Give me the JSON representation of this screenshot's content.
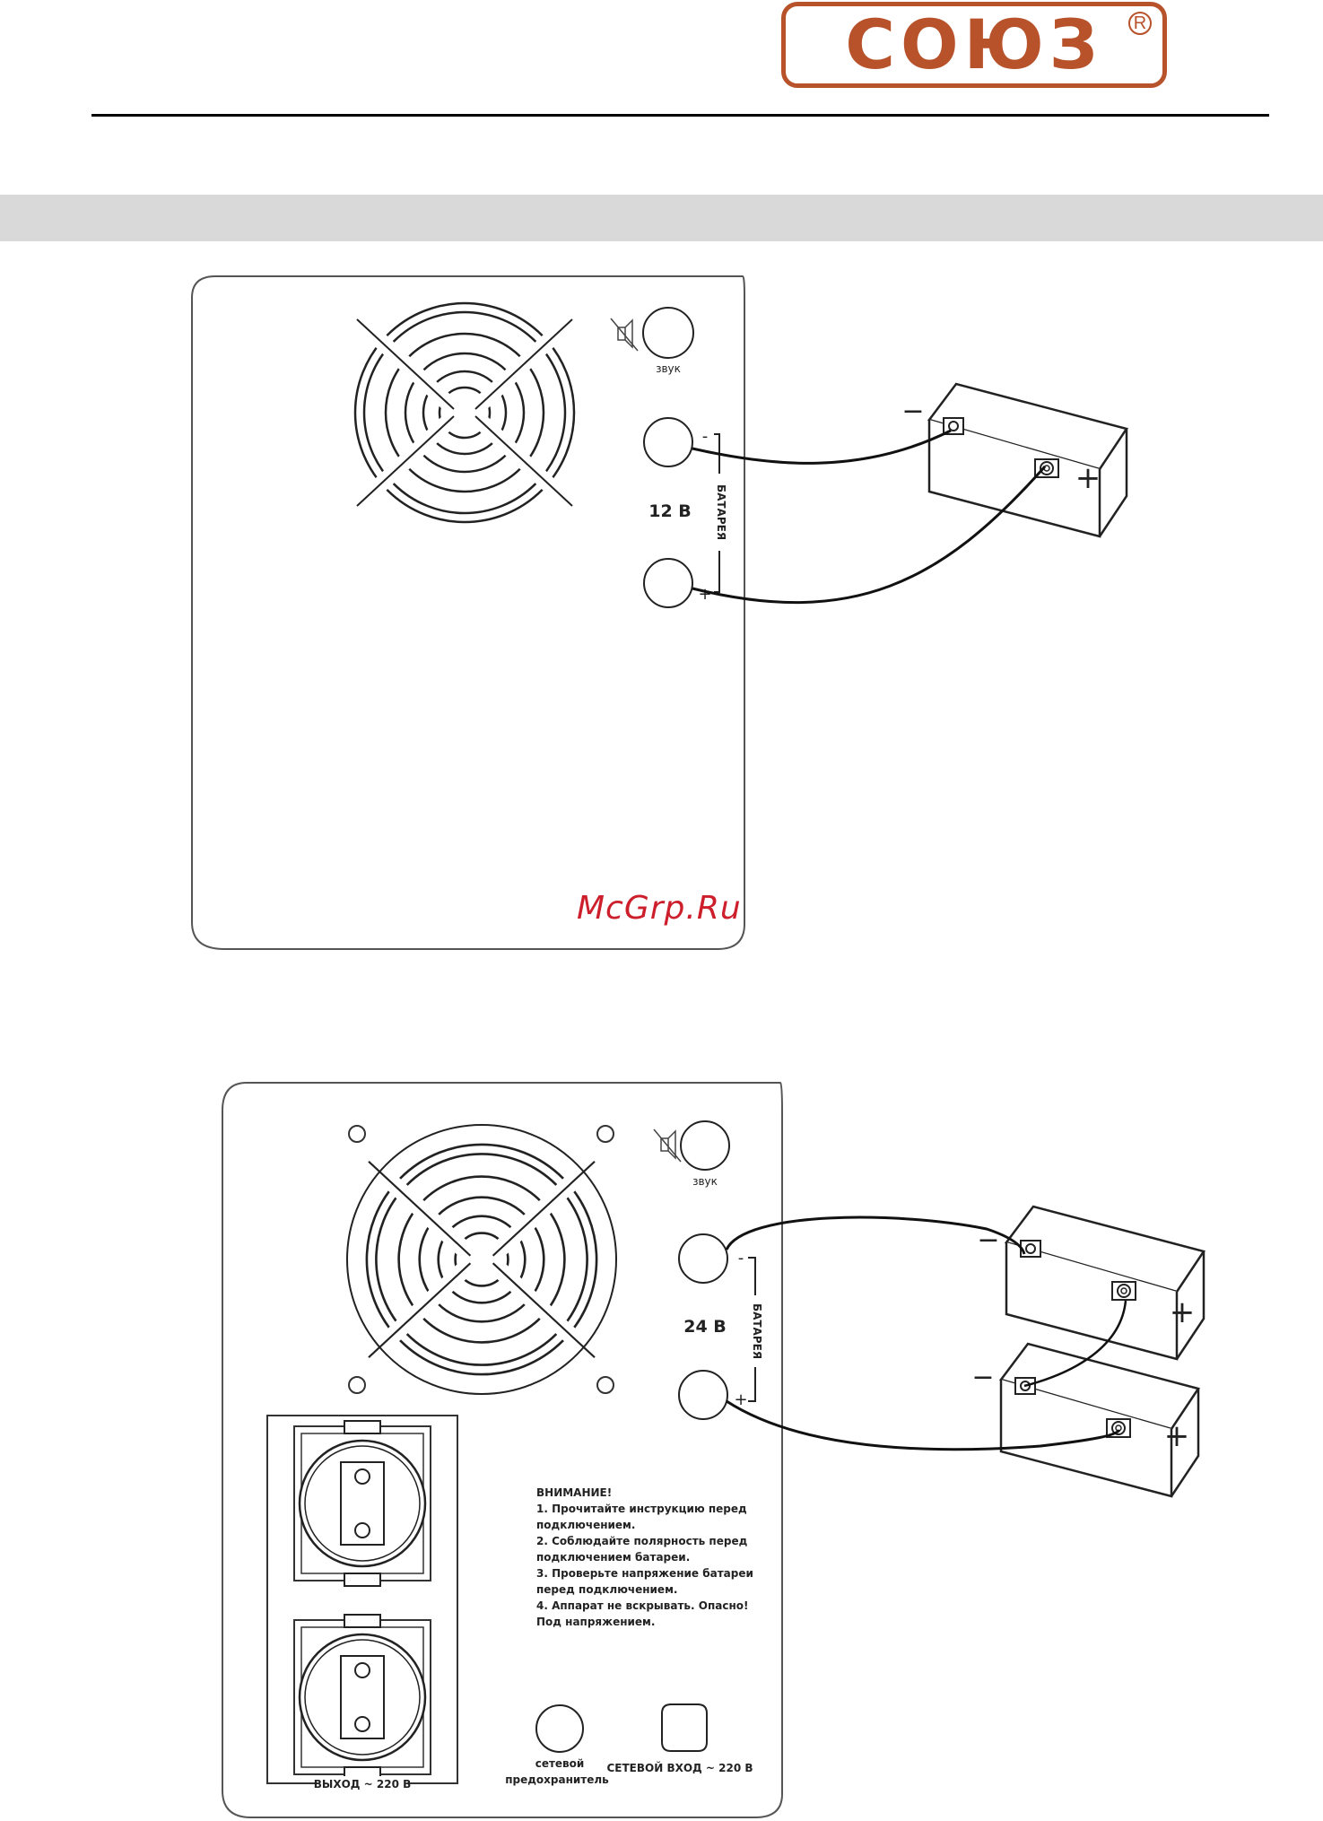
{
  "logo": {
    "text": "СОЮЗ",
    "reg": "R"
  },
  "diagram1": {
    "sound_label": "звук",
    "voltage": "12 В",
    "battery_label": "БАТАРЕЯ",
    "minus": "-",
    "plus": "+",
    "battery_minus": "−",
    "battery_plus": "+"
  },
  "diagram2": {
    "sound_label": "звук",
    "voltage": "24 В",
    "battery_label": "БАТАРЕЯ",
    "minus": "-",
    "plus": "+",
    "battery_minus": "−",
    "battery_plus": "+",
    "warning": [
      "ВНИМАНИЕ!",
      "1. Прочитайте инструкцию перед",
      "подключением.",
      "2. Соблюдайте полярность перед",
      "подключением батареи.",
      "3. Проверьте напряжение батареи",
      "перед подключением.",
      "4. Аппарат не вскрывать. Опасно!",
      "Под напряжением."
    ],
    "output_label": "ВЫХОД ~ 220 В",
    "fuse_label_1": "сетевой",
    "fuse_label_2": "предохранитель",
    "input_label": "СЕТЕВОЙ ВХОД ~ 220 В"
  },
  "watermark": "McGrp.Ru",
  "colors": {
    "brand": "#b8522b",
    "watermark": "#cc1f2b",
    "band": "#d9d9d9"
  }
}
